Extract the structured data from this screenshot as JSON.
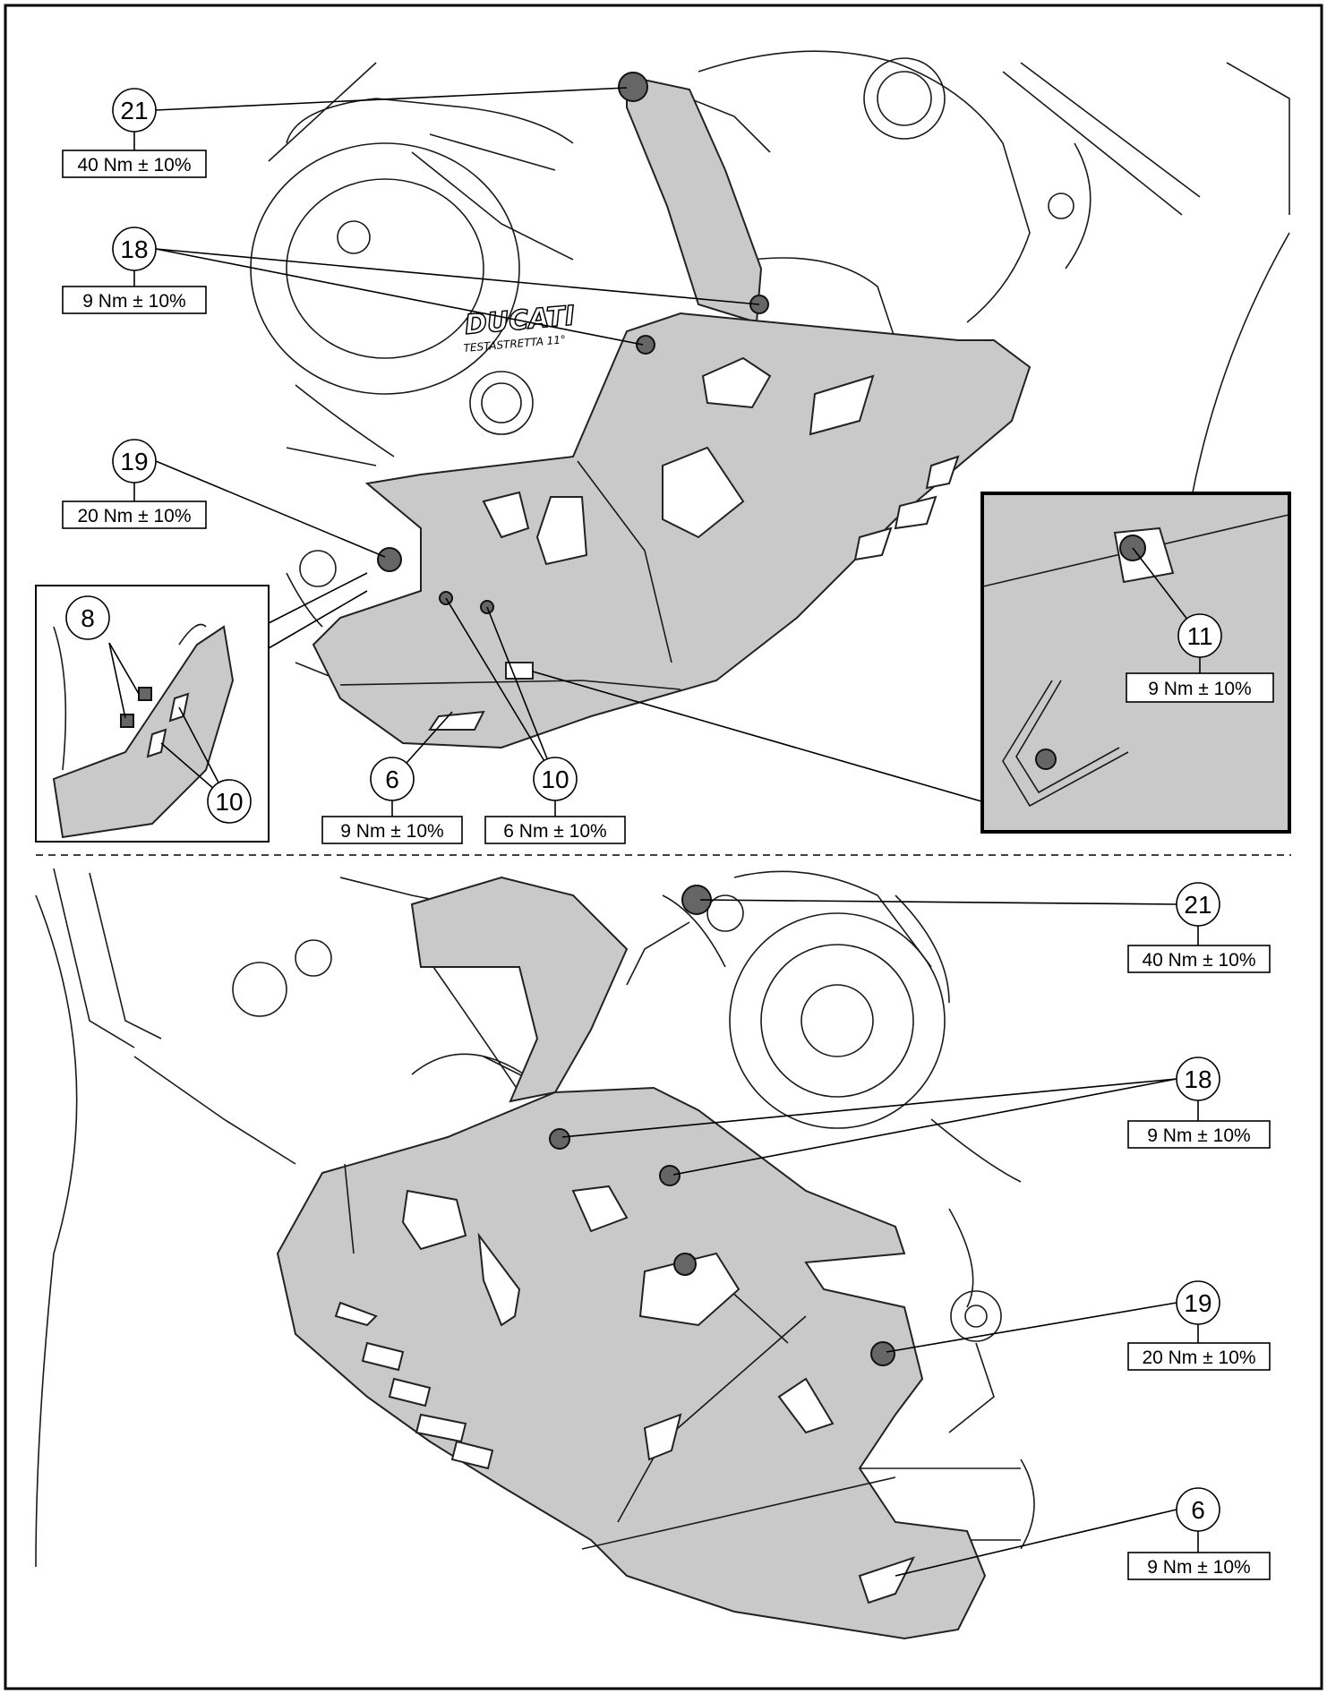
{
  "labels": {
    "top": {
      "c21": {
        "num": "21",
        "torque": "40 Nm ± 10%"
      },
      "c18": {
        "num": "18",
        "torque": "9 Nm ± 10%"
      },
      "c19": {
        "num": "19",
        "torque": "20 Nm ± 10%"
      },
      "c8": {
        "num": "8"
      },
      "c10_inset": {
        "num": "10"
      },
      "c6": {
        "num": "6",
        "torque": "9 Nm ± 10%"
      },
      "c10": {
        "num": "10",
        "torque": "6 Nm ± 10%"
      },
      "c11": {
        "num": "11",
        "torque": "9 Nm ± 10%"
      }
    },
    "bottom": {
      "c21": {
        "num": "21",
        "torque": "40 Nm ± 10%"
      },
      "c18": {
        "num": "18",
        "torque": "9 Nm ± 10%"
      },
      "c19": {
        "num": "19",
        "torque": "20 Nm ± 10%"
      },
      "c6": {
        "num": "6",
        "torque": "9 Nm ± 10%"
      }
    }
  },
  "brand_logo_text": {
    "line1": "DUCATI",
    "line2": "TESTASTRETTA 11°"
  },
  "colors": {
    "plate": "#c9c9c9",
    "line": "#1a1a1a",
    "bolt": "#666666"
  }
}
